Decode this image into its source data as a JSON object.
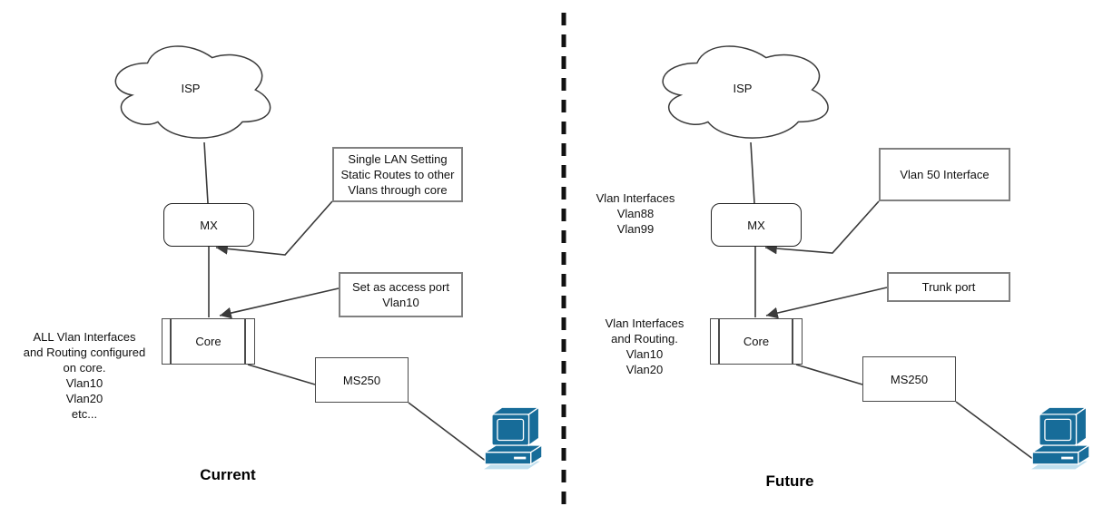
{
  "colors": {
    "line": "#3a3a3a",
    "divider": "#111111",
    "node_border": "#4a4a4a",
    "callout_border": "#808080",
    "text": "#111111",
    "pc_dark": "#176c99",
    "pc_light": "#bfdfee"
  },
  "current": {
    "caption": "Current",
    "isp_label": "ISP",
    "mx_label": "MX",
    "core_label": "Core",
    "ms_label": "MS250",
    "mx_callout": [
      "Single LAN Setting",
      "Static Routes to other",
      "Vlans through core"
    ],
    "core_callout": [
      "Set as access port",
      "Vlan10"
    ],
    "core_note": [
      "ALL Vlan Interfaces",
      "and Routing configured",
      "on core.",
      "Vlan10",
      "Vlan20",
      "etc..."
    ]
  },
  "future": {
    "caption": "Future",
    "isp_label": "ISP",
    "mx_label": "MX",
    "core_label": "Core",
    "ms_label": "MS250",
    "mx_note": [
      "Vlan Interfaces",
      "Vlan88",
      "Vlan99"
    ],
    "mx_callout": [
      "Vlan 50 Interface"
    ],
    "core_callout": [
      "Trunk port"
    ],
    "core_note": [
      "Vlan Interfaces",
      "and Routing.",
      "Vlan10",
      "Vlan20"
    ]
  }
}
